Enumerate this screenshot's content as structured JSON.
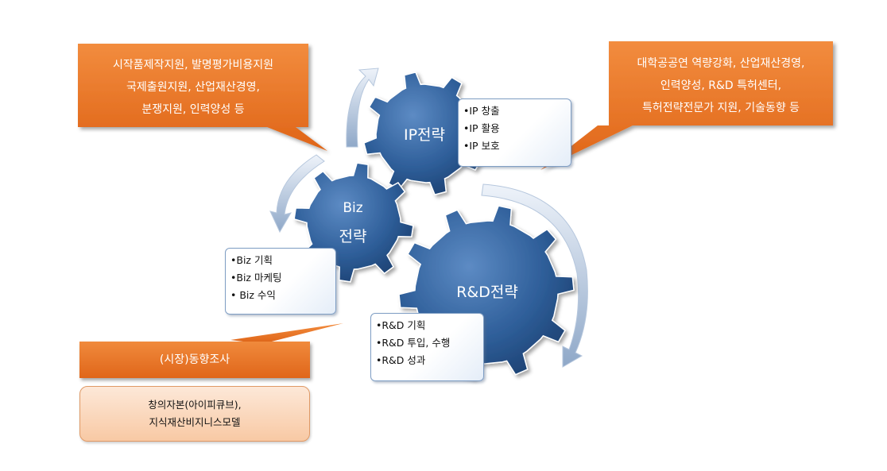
{
  "gears": {
    "ip": {
      "label": "IP전략"
    },
    "biz": {
      "label_line1": "Biz",
      "label_line2": "전략"
    },
    "rnd": {
      "label": "R&D전략"
    }
  },
  "boxes": {
    "ip": [
      "•IP 창출",
      "•IP 활용",
      "•IP 보호"
    ],
    "biz": [
      "•Biz 기획",
      "•Biz 마케팅",
      "• Biz 수익"
    ],
    "rnd": [
      "•R&D 기획",
      "•R&D 투입, 수행",
      "•R&D 성과"
    ]
  },
  "callouts": {
    "top_left": [
      "시작품제작지원, 발명평가비용지원",
      "국제출원지원, 산업재산경영,",
      "분쟁지원, 인력양성 등"
    ],
    "top_right": [
      "대학공공연 역량강화, 산업재산경영,",
      "인력양성, R&D 특허센터,",
      "특허전략전문가 지원, 기술동향 등"
    ]
  },
  "bottom": {
    "bar_label": "(시장)동향조사",
    "box_lines": [
      "창의자본(아이피큐브),",
      "지식재산비지니스모델"
    ]
  },
  "colors": {
    "gear": "#2f5f9a",
    "callout": "#e9731f",
    "arrow": "#9fb6d3"
  }
}
